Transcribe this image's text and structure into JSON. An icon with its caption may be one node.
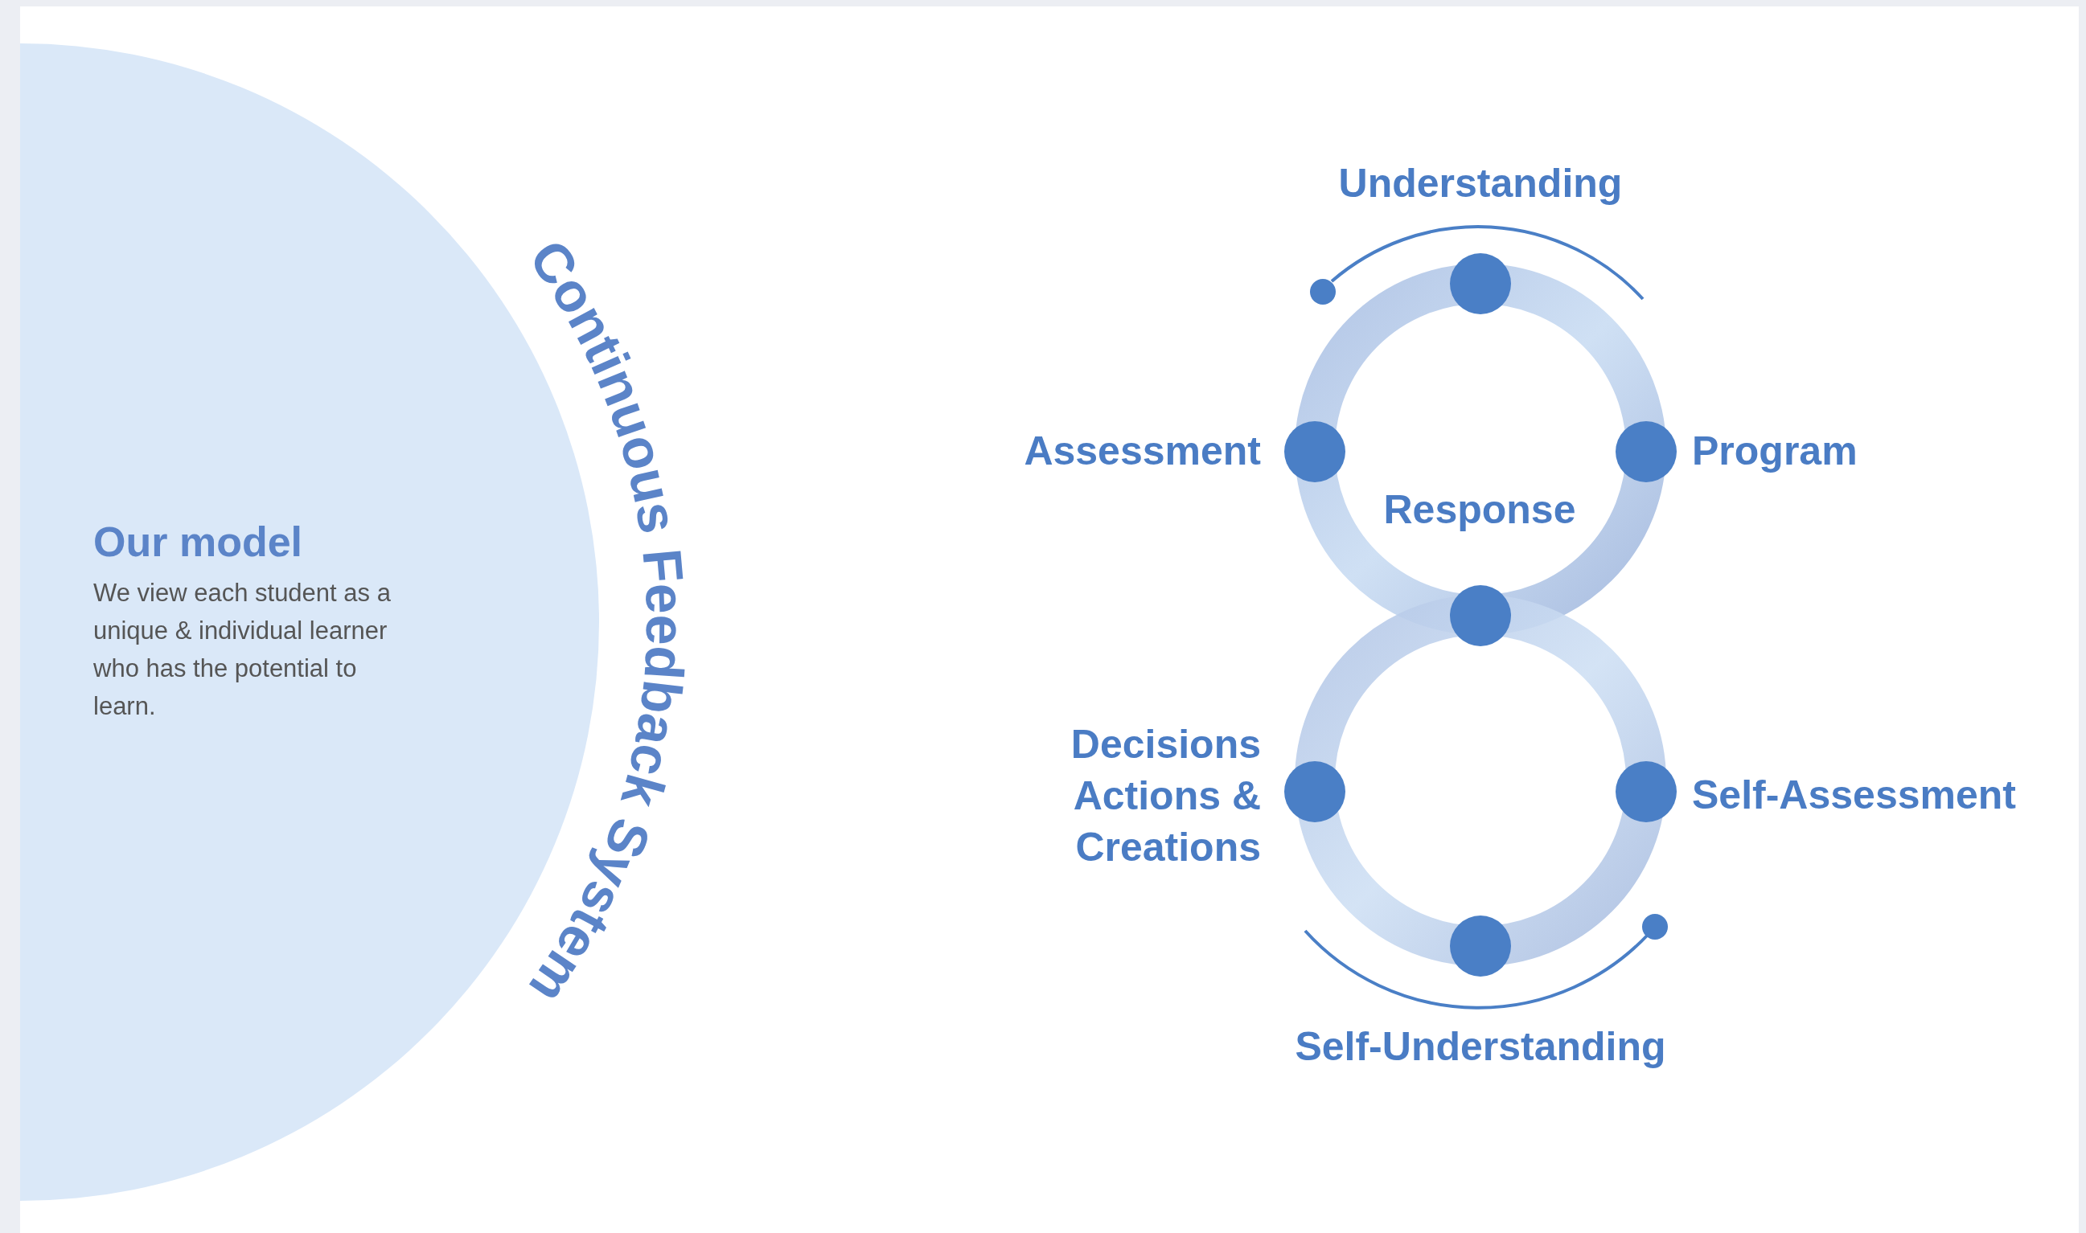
{
  "diagram": {
    "nodes": [
      {
        "text": [
          "Our model",
          "We view each student as a unique & individual learner who has the potential to learn."
        ]
      },
      {
        "text": [],
        "shape": "circle",
        "beside": [
          "Understanding"
        ]
      },
      {
        "text": [],
        "shape": "circle",
        "beside": [
          "Assessment"
        ]
      },
      {
        "text": [],
        "shape": "circle",
        "beside": [
          "Program"
        ]
      },
      {
        "text": [],
        "shape": "circle"
      },
      {
        "text": [],
        "shape": "circle",
        "beside": [
          "Decisions Actions & Creations"
        ]
      },
      {
        "text": [],
        "shape": "circle",
        "beside": [
          "Self-Assessment"
        ]
      },
      {
        "text": [],
        "shape": "circle",
        "beside": [
          "Self-Understanding"
        ]
      }
    ],
    "edges": [],
    "labels": [
      "Continuous Feedback System",
      "Response"
    ]
  }
}
